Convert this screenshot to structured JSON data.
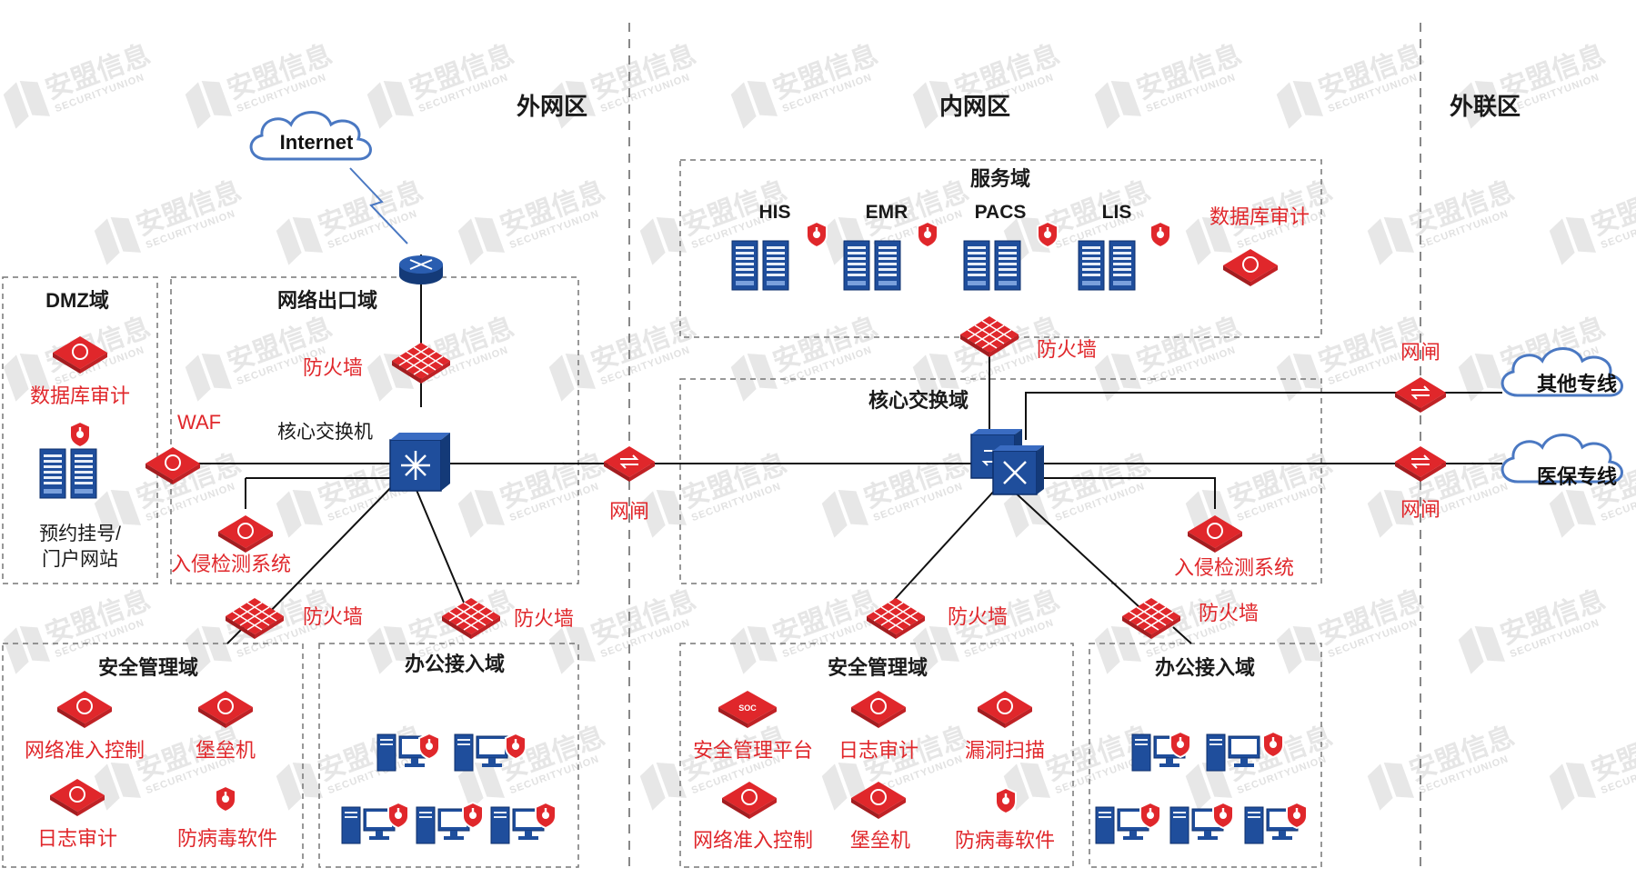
{
  "zones": {
    "external": "外网区",
    "internal": "内网区",
    "partner": "外联区"
  },
  "internet": {
    "label": "Internet"
  },
  "dmz": {
    "title": "DMZ域",
    "db_audit": "数据库审计",
    "portal_line1": "预约挂号/",
    "portal_line2": "门户网站"
  },
  "network_exit": {
    "title": "网络出口域",
    "firewall": "防火墙",
    "core_switch": "核心交换机",
    "waf": "WAF",
    "ids": "入侵检测系统"
  },
  "external_links": {
    "fw_security": "防火墙",
    "fw_office": "防火墙",
    "gateway": "网闸"
  },
  "security_left": {
    "title": "安全管理域",
    "nac": "网络准入控制",
    "bastion": "堡垒机",
    "log_audit": "日志审计",
    "antivirus": "防病毒软件"
  },
  "office_left": {
    "title": "办公接入域"
  },
  "service": {
    "title": "服务域",
    "servers": [
      "HIS",
      "EMR",
      "PACS",
      "LIS"
    ],
    "db_audit": "数据库审计",
    "firewall": "防火墙"
  },
  "core": {
    "title": "核心交换域",
    "ids": "入侵检测系统",
    "fw_security": "防火墙",
    "fw_office": "防火墙"
  },
  "security_right": {
    "title": "安全管理域",
    "soc": "安全管理平台",
    "soc_badge": "SOC",
    "log_audit": "日志审计",
    "vuln_scan": "漏洞扫描",
    "nac": "网络准入控制",
    "bastion": "堡垒机",
    "antivirus": "防病毒软件"
  },
  "office_right": {
    "title": "办公接入域"
  },
  "partner": {
    "gateway_top": "网闸",
    "gateway_bottom": "网闸",
    "other_line": "其他专线",
    "insurance_line": "医保专线"
  },
  "watermark": {
    "main": "安盟信息",
    "sub": "SECURITYUNION"
  },
  "colors": {
    "red": "#e0272b",
    "blue": "#1f4e9c",
    "line": "#111111",
    "dash": "#888888"
  }
}
